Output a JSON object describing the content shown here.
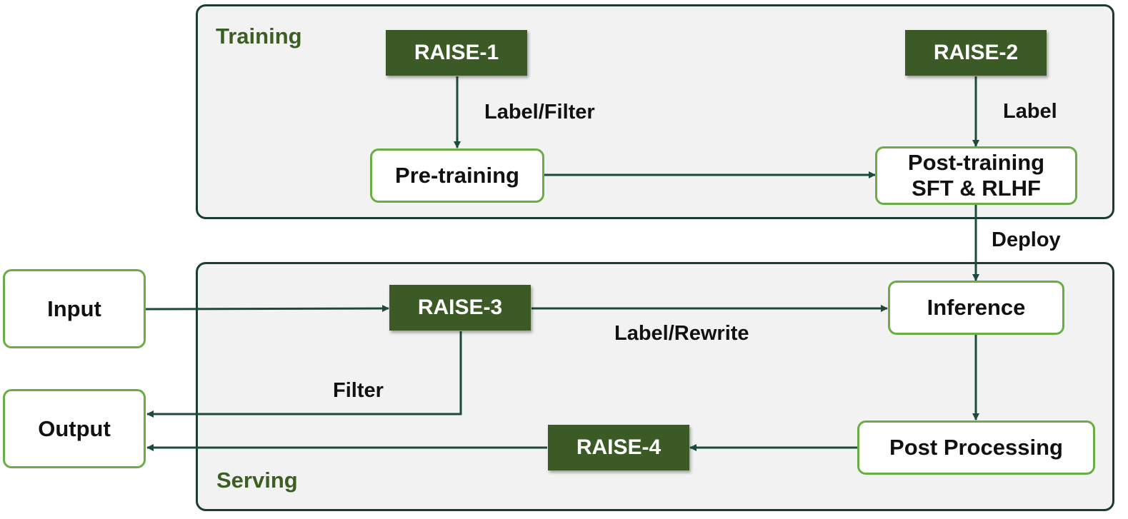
{
  "colors": {
    "panel_background": "#f2f2f2",
    "panel_border": "#1c3b33",
    "panel_title": "#3b5f22",
    "raise_box": "#3b5a25",
    "stage_border": "#6aad45",
    "arrow": "#1c4a3f"
  },
  "panels": {
    "training": {
      "title": "Training"
    },
    "serving": {
      "title": "Serving"
    }
  },
  "nodes": {
    "raise1": "RAISE-1",
    "raise2": "RAISE-2",
    "raise3": "RAISE-3",
    "raise4": "RAISE-4",
    "pretraining": "Pre-training",
    "posttraining_line1": "Post-training",
    "posttraining_line2": "SFT & RLHF",
    "input": "Input",
    "output": "Output",
    "inference": "Inference",
    "postprocessing": "Post Processing"
  },
  "edge_labels": {
    "label_filter": "Label/Filter",
    "label": "Label",
    "deploy": "Deploy",
    "label_rewrite": "Label/Rewrite",
    "filter": "Filter"
  }
}
